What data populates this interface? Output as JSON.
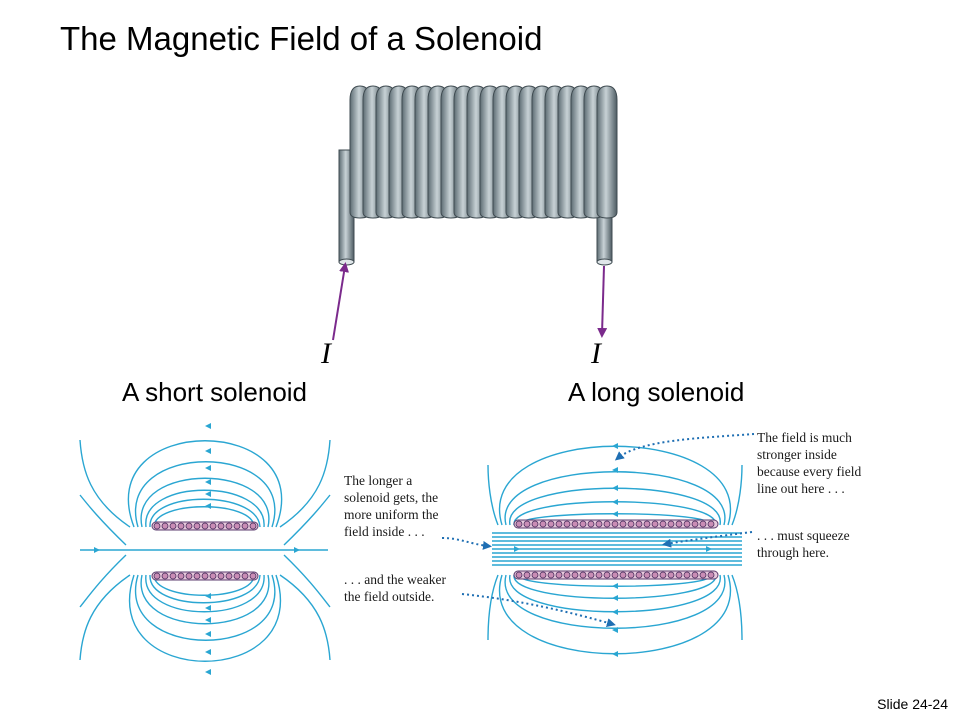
{
  "title": "The Magnetic Field of a Solenoid",
  "current_symbol": "I",
  "headings": {
    "short": "A short solenoid",
    "long": "A long solenoid"
  },
  "notes": {
    "uniform": [
      "The longer a",
      "solenoid gets, the",
      "more uniform the",
      "field inside . . ."
    ],
    "weaker": [
      ". . . and the weaker",
      "the field outside."
    ],
    "stronger": [
      "The field is much",
      "stronger inside",
      "because every field",
      "line out here . . ."
    ],
    "squeeze": [
      ". . . must squeeze",
      "through here."
    ]
  },
  "colors": {
    "field_line": "#2aa6d2",
    "current_arrow": "#7b2a8c",
    "coil": "#8a9aa3",
    "annotation": "#1f6fb3"
  },
  "slide_number": "Slide 24-24"
}
